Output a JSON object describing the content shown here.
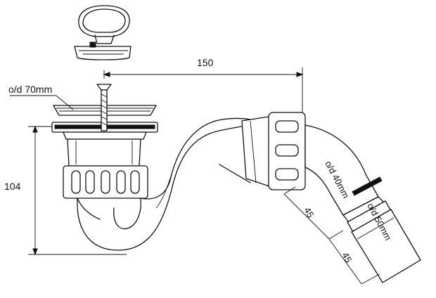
{
  "labels": {
    "outer_diameter_top": "o/d 70mm",
    "horizontal_dimension": "150",
    "vertical_dimension": "104",
    "outer_diameter_middle": "o/d 40mm",
    "outer_diameter_outlet": "o/d 50mm",
    "length_first": "45",
    "length_second": "45"
  }
}
